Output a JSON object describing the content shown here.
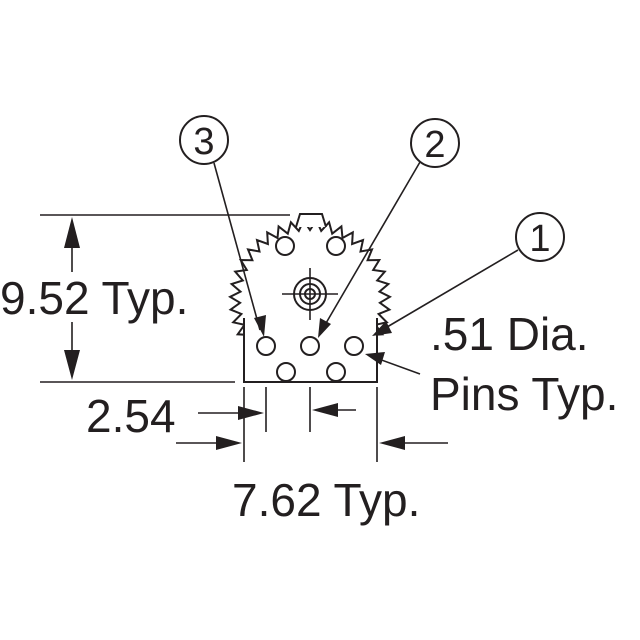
{
  "labels": {
    "height": "9.52 Typ.",
    "pin_dia_line1": ".51 Dia.",
    "pin_dia_line2": "Pins Typ.",
    "pin_spacing": "2.54",
    "overall_spacing": "7.62 Typ."
  },
  "callouts": {
    "pin1": "1",
    "pin2": "2",
    "pin3": "3"
  },
  "colors": {
    "ink": "#231f20",
    "background": "#ffffff"
  }
}
